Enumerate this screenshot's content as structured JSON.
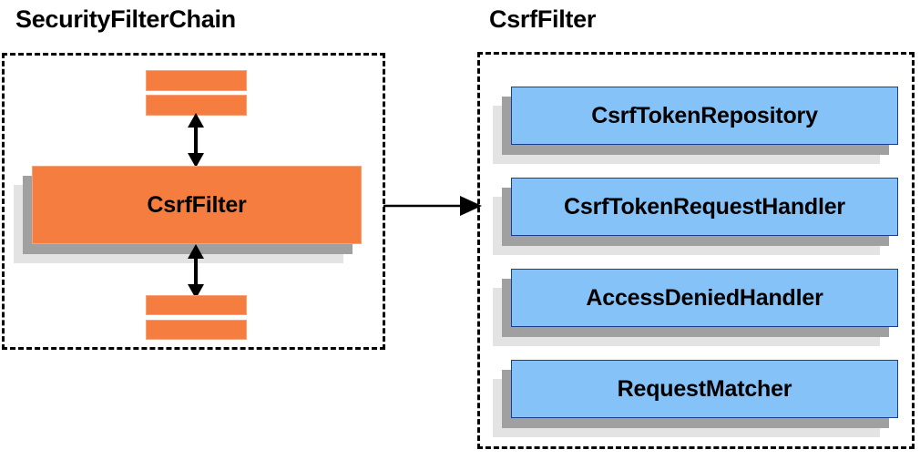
{
  "diagram": {
    "title_left": "SecurityFilterChain",
    "title_right": "CsrfFilter",
    "left_panel": {
      "filter_box_label": "CsrfFilter",
      "top_bars": [
        "",
        ""
      ],
      "bottom_bars": [
        "",
        ""
      ],
      "arrow_up_label": "",
      "arrow_down_label": ""
    },
    "right_panel": {
      "components": [
        {
          "label": "CsrfTokenRepository"
        },
        {
          "label": "CsrfTokenRequestHandler"
        },
        {
          "label": "AccessDeniedHandler"
        },
        {
          "label": "RequestMatcher"
        }
      ]
    },
    "connector": {
      "label": ""
    },
    "colors": {
      "orange_fill": "#f47d3f",
      "orange_border": "#f0a57c",
      "blue_fill": "#85c2f7",
      "blue_border": "#1b3f8f",
      "shadow_dark": "#a0a0a0",
      "shadow_light": "#e3e3e3",
      "outline": "#000000",
      "background": "#ffffff"
    }
  }
}
